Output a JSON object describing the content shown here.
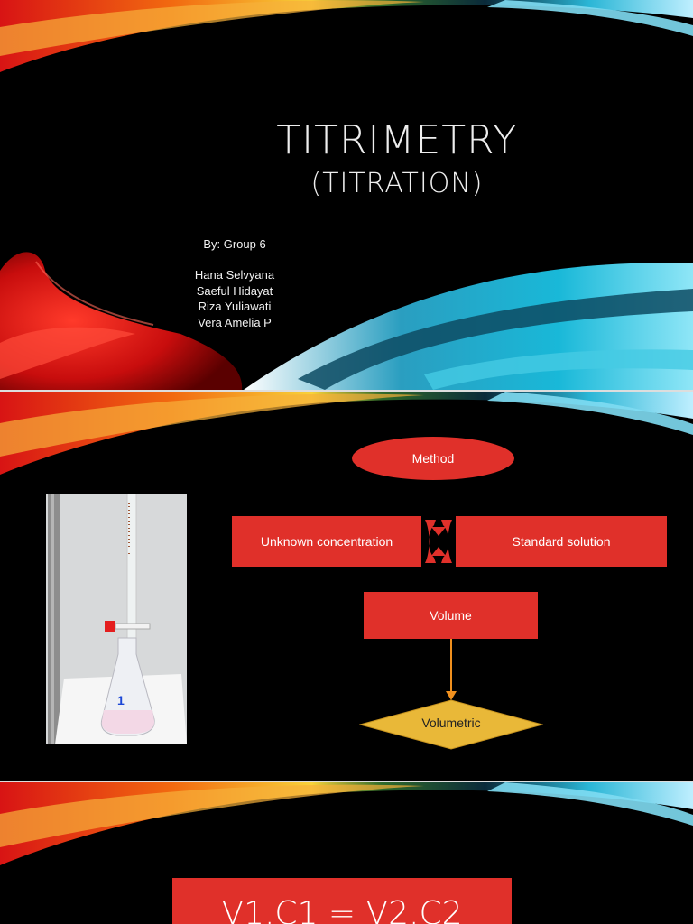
{
  "slide1": {
    "title": "Titrimetry",
    "subtitle": "(Titration)",
    "by_line": "By: Group 6",
    "members": [
      "Hana Selvyana",
      "Saeful Hidayat",
      "Riza Yuliawati",
      "Vera Amelia P"
    ]
  },
  "slide2": {
    "method": "Method",
    "unknown": "Unknown concentration",
    "standard": "Standard solution",
    "volume": "Volume",
    "volumetric": "Volumetric",
    "photo_label": "1"
  },
  "slide3": {
    "formula": "V1.C1 = V2.C2"
  },
  "colors": {
    "accent_red": "#e0302a",
    "diamond_yellow": "#e9b838",
    "arrow_orange": "#f0901e",
    "background": "#000000"
  }
}
